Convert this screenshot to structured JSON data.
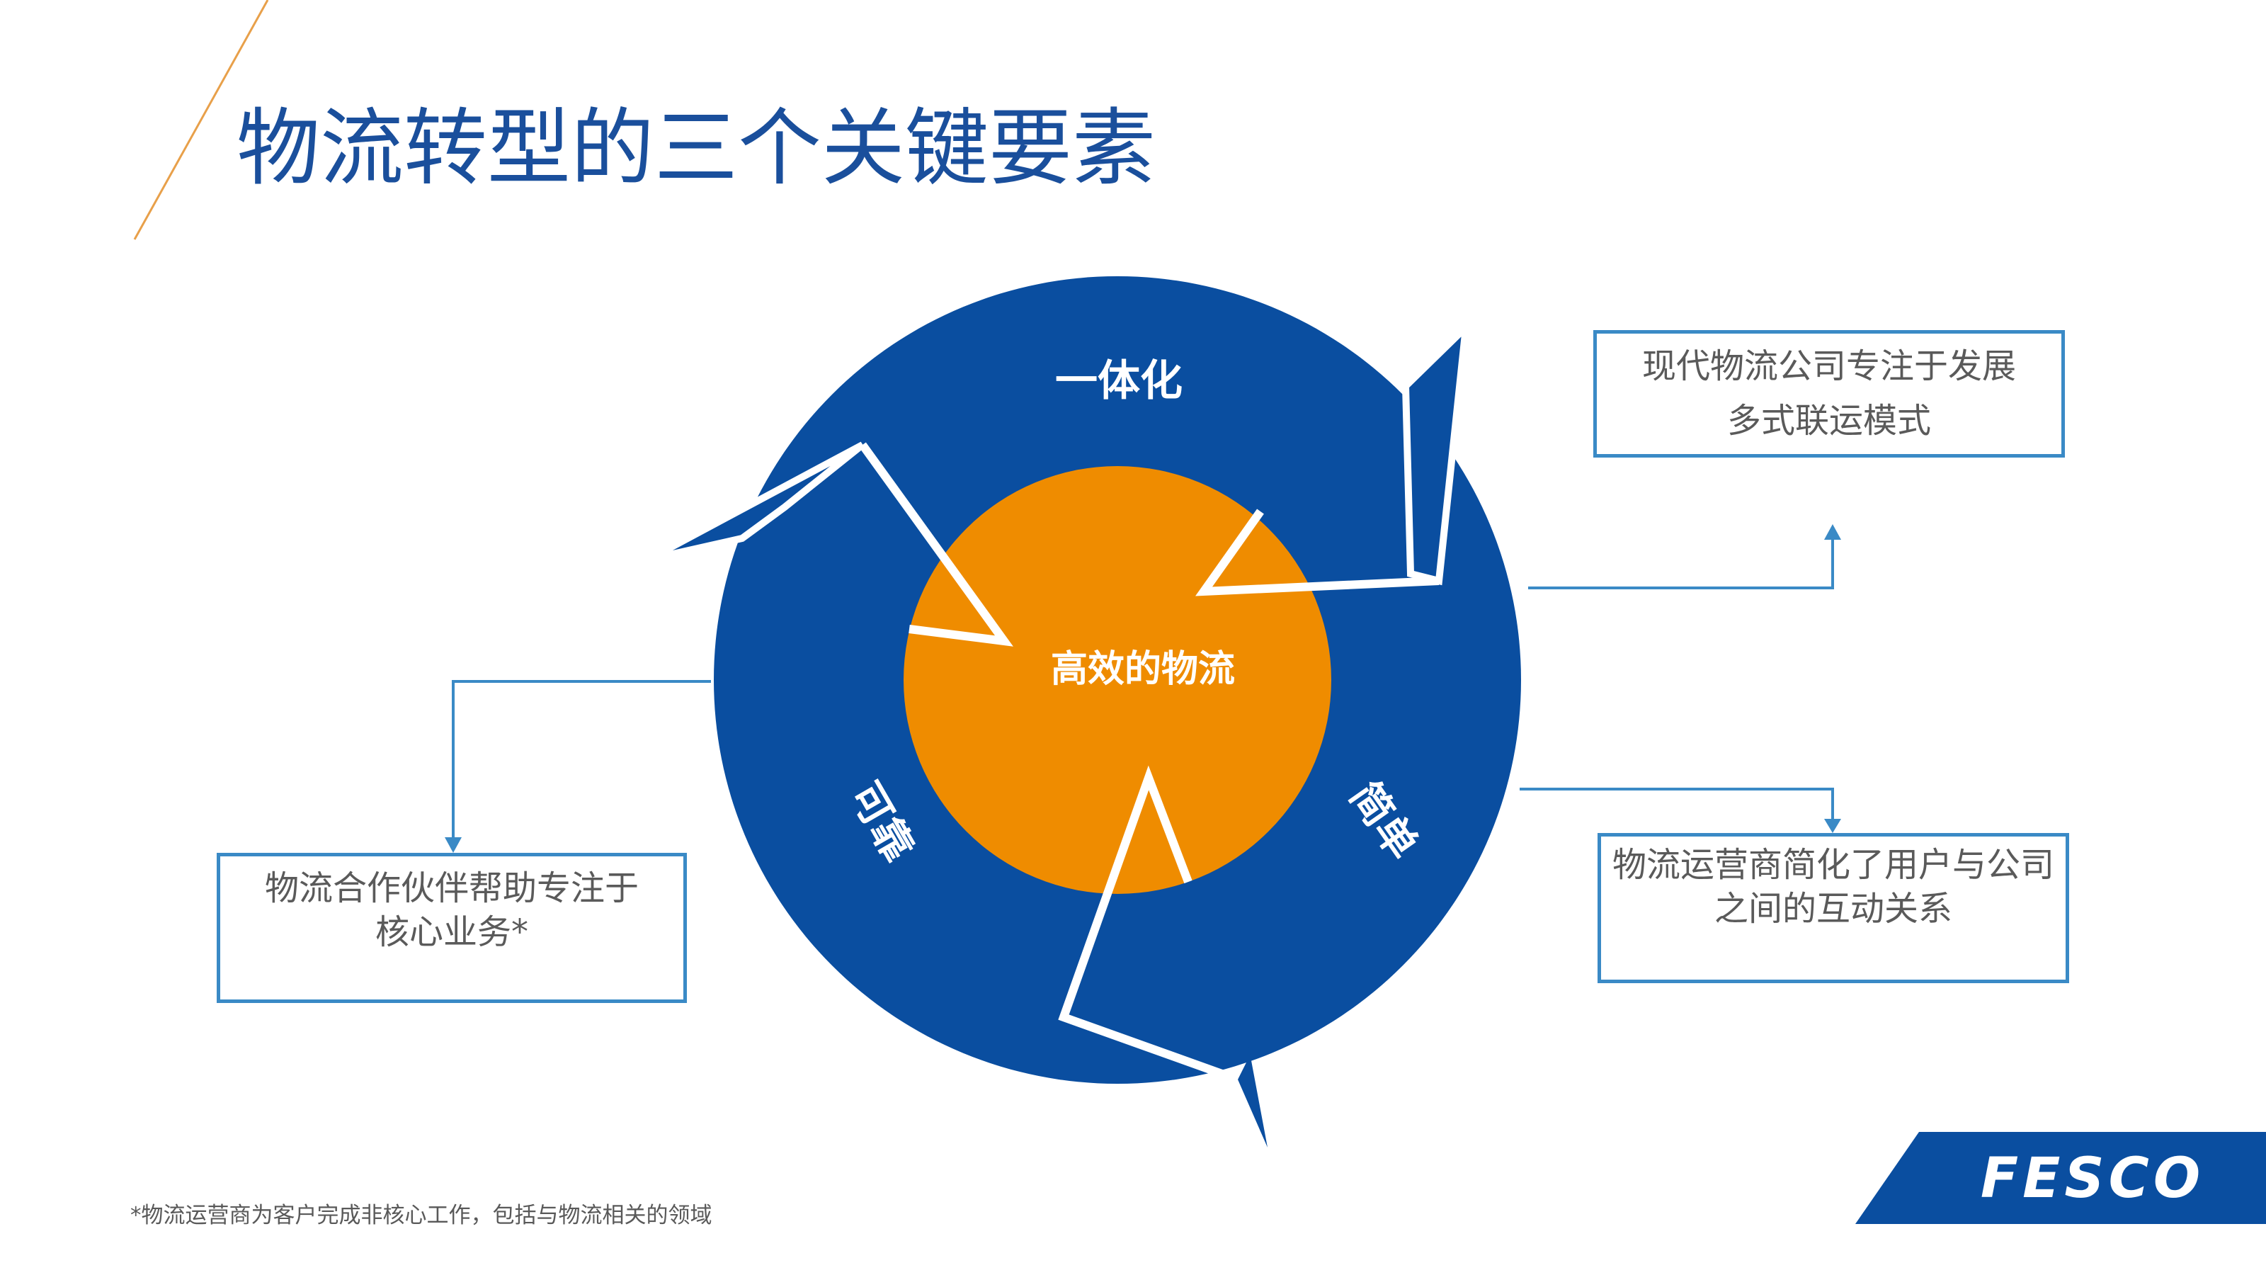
{
  "title": "物流转型的三个关键要素",
  "cycle": {
    "center": "高效的物流",
    "segments": [
      {
        "label": "一体化"
      },
      {
        "label": "简单"
      },
      {
        "label": "可靠"
      }
    ]
  },
  "callouts": {
    "top_right": {
      "line1": "现代物流公司专注于发展",
      "line2": "多式联运模式"
    },
    "bottom_right": {
      "line1": "物流运营商简化了用户与公司",
      "line2": "之间的互动关系"
    },
    "left": {
      "line1": "物流合作伙伴帮助专注于",
      "line2": "核心业务*"
    }
  },
  "footnote": "*物流运营商为客户完成非核心工作，包括与物流相关的领域",
  "logo": {
    "text": "FESCO"
  },
  "colors": {
    "title": "#1a4f9c",
    "ring": "#0a4ea0",
    "center": "#ef8c00",
    "connector": "#3a8ac6",
    "accent_line": "#e8a04a"
  }
}
